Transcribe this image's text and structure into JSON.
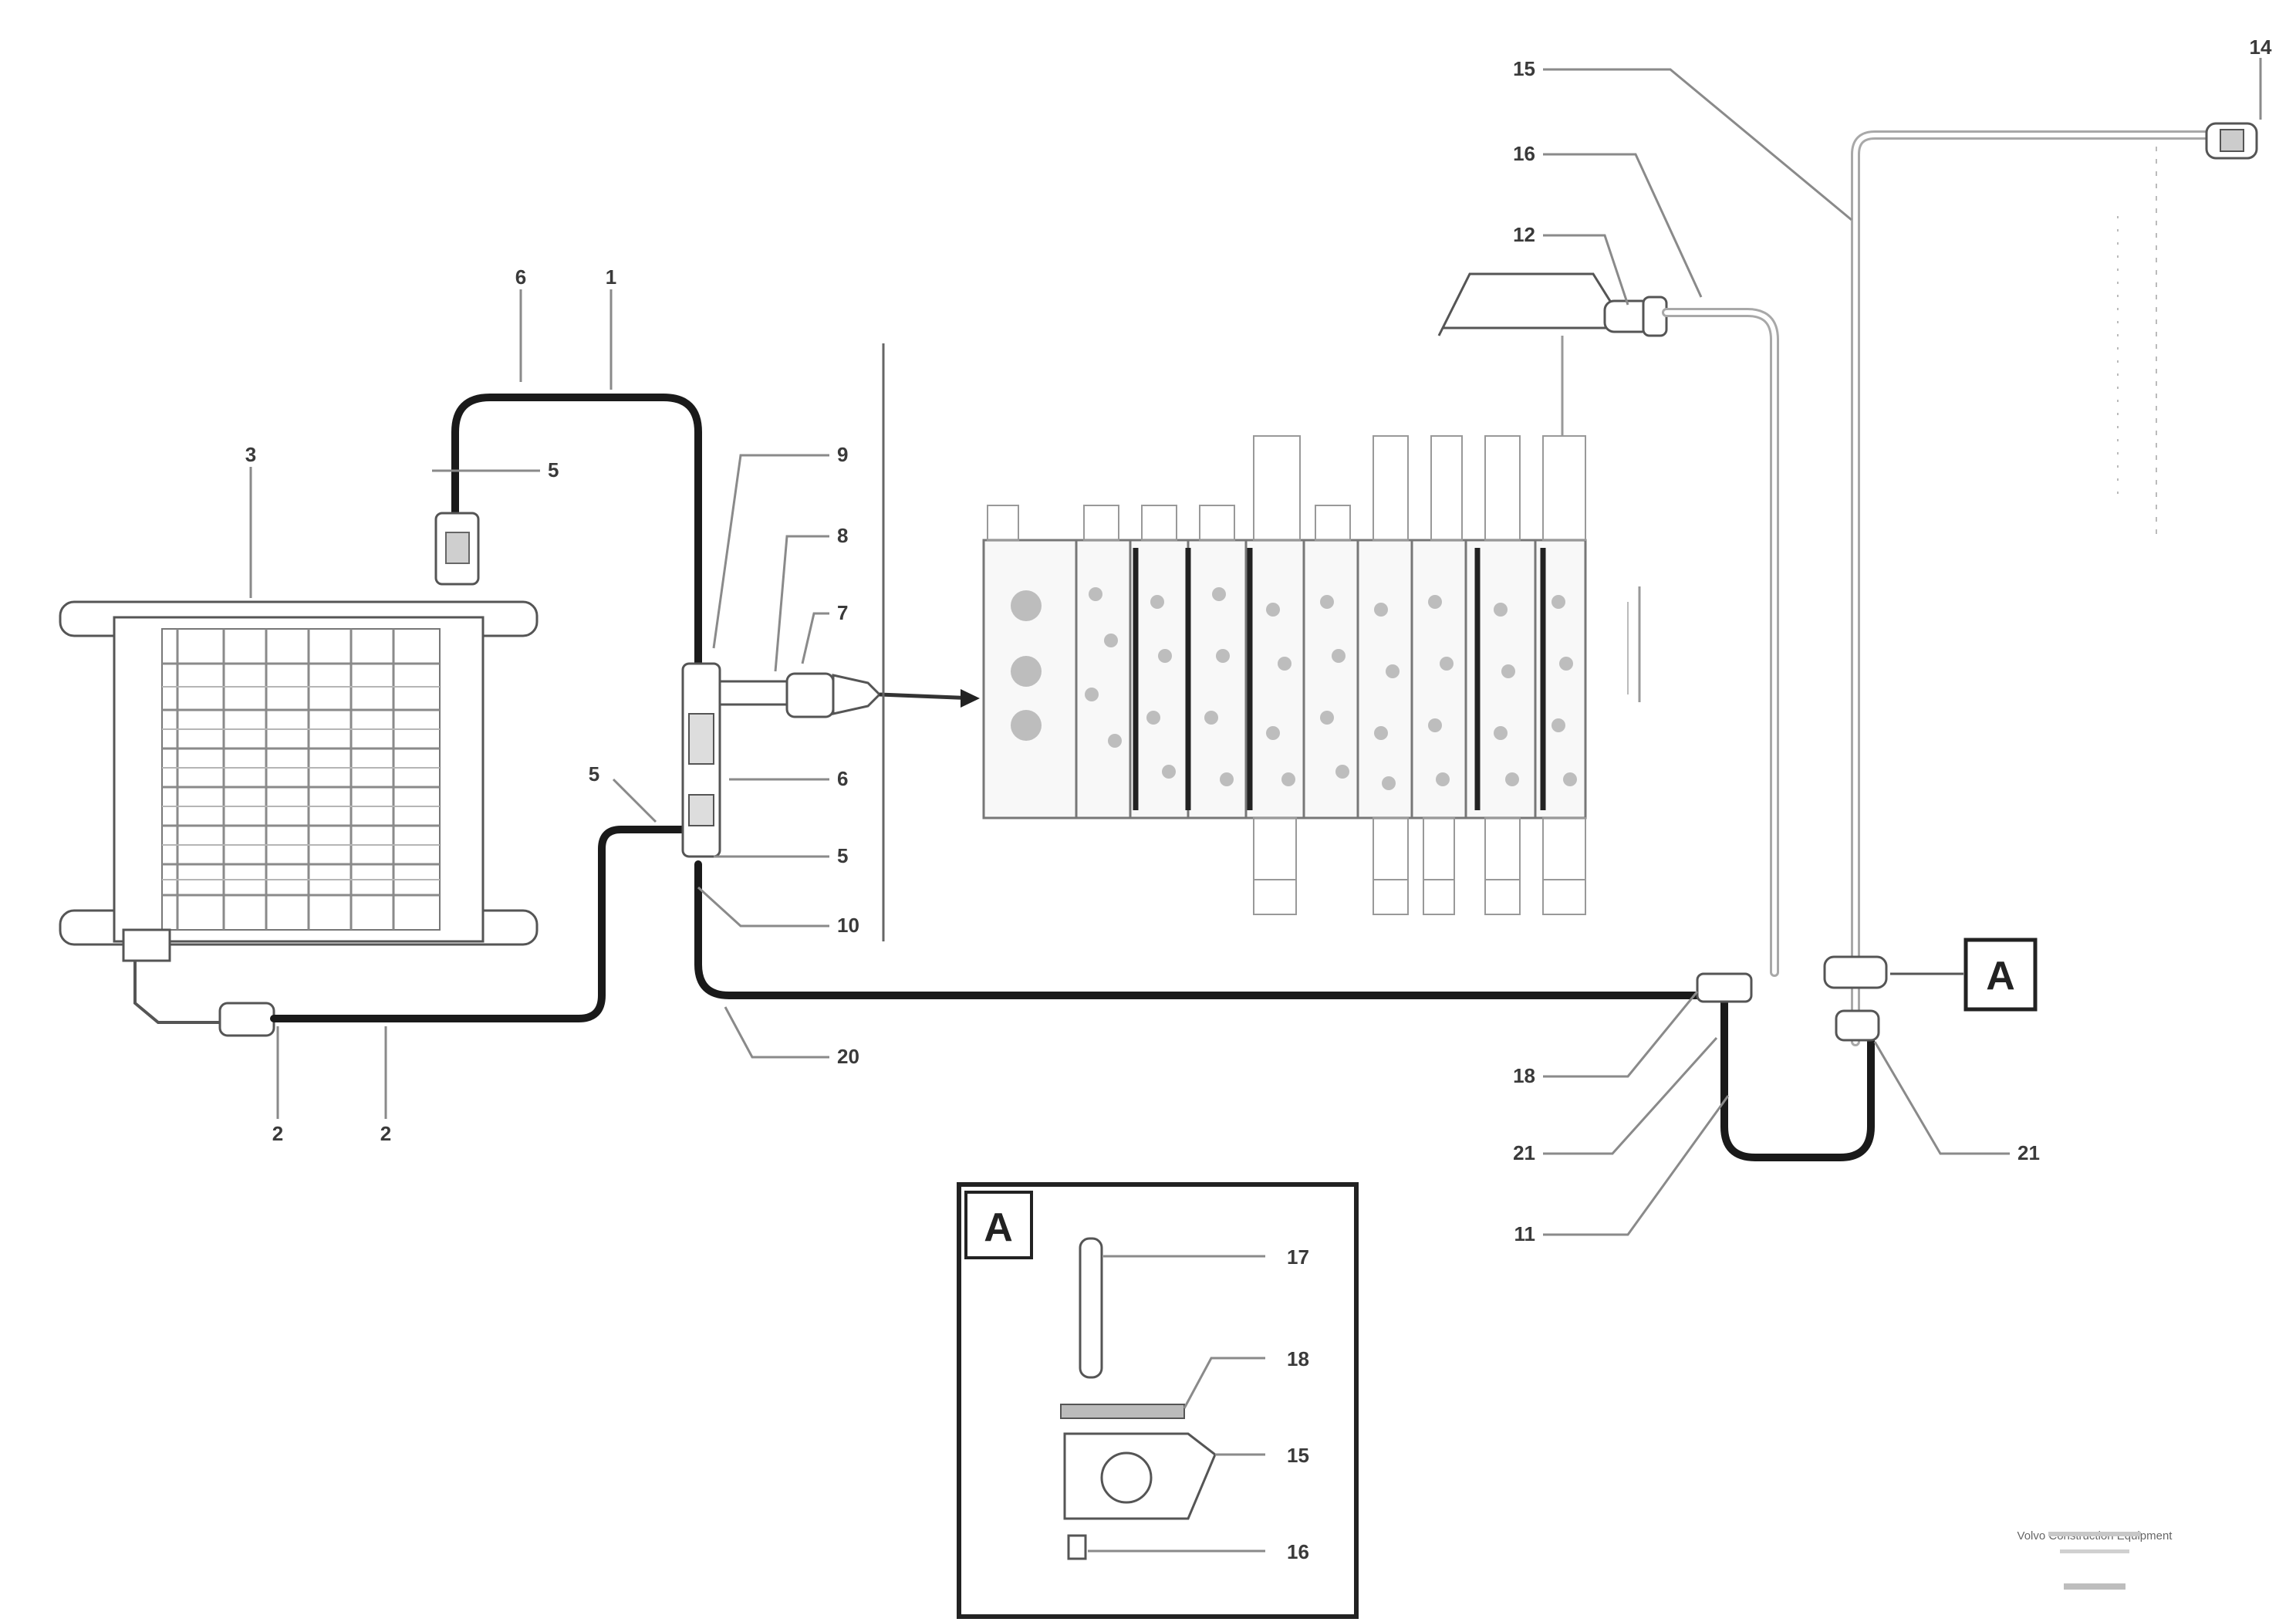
{
  "callouts": {
    "c_top_left_a": "6",
    "c_top_left_b": "1",
    "c_cooler": "3",
    "c_hose_top": "5",
    "c_fit_1": "9",
    "c_fit_2": "8",
    "c_fit_3": "7",
    "c_valve_a": "6",
    "c_valve_b": "5",
    "c_left_mid": "5",
    "c_bottom_10": "10",
    "c_bottom_20": "20",
    "c_bottom_2a": "2",
    "c_bottom_2b": "2",
    "c_r15": "15",
    "c_r16": "16",
    "c_r12": "12",
    "c_r14": "14",
    "c_r18": "18",
    "c_r21a": "21",
    "c_r11": "11",
    "c_r21b": "21"
  },
  "view_ref": {
    "letter": "A"
  },
  "detail": {
    "letter": "A",
    "labels": [
      "17",
      "18",
      "15",
      "16"
    ]
  },
  "stamp": {
    "line1": "Volvo Construction Equipment",
    "line2": "",
    "code": ""
  }
}
